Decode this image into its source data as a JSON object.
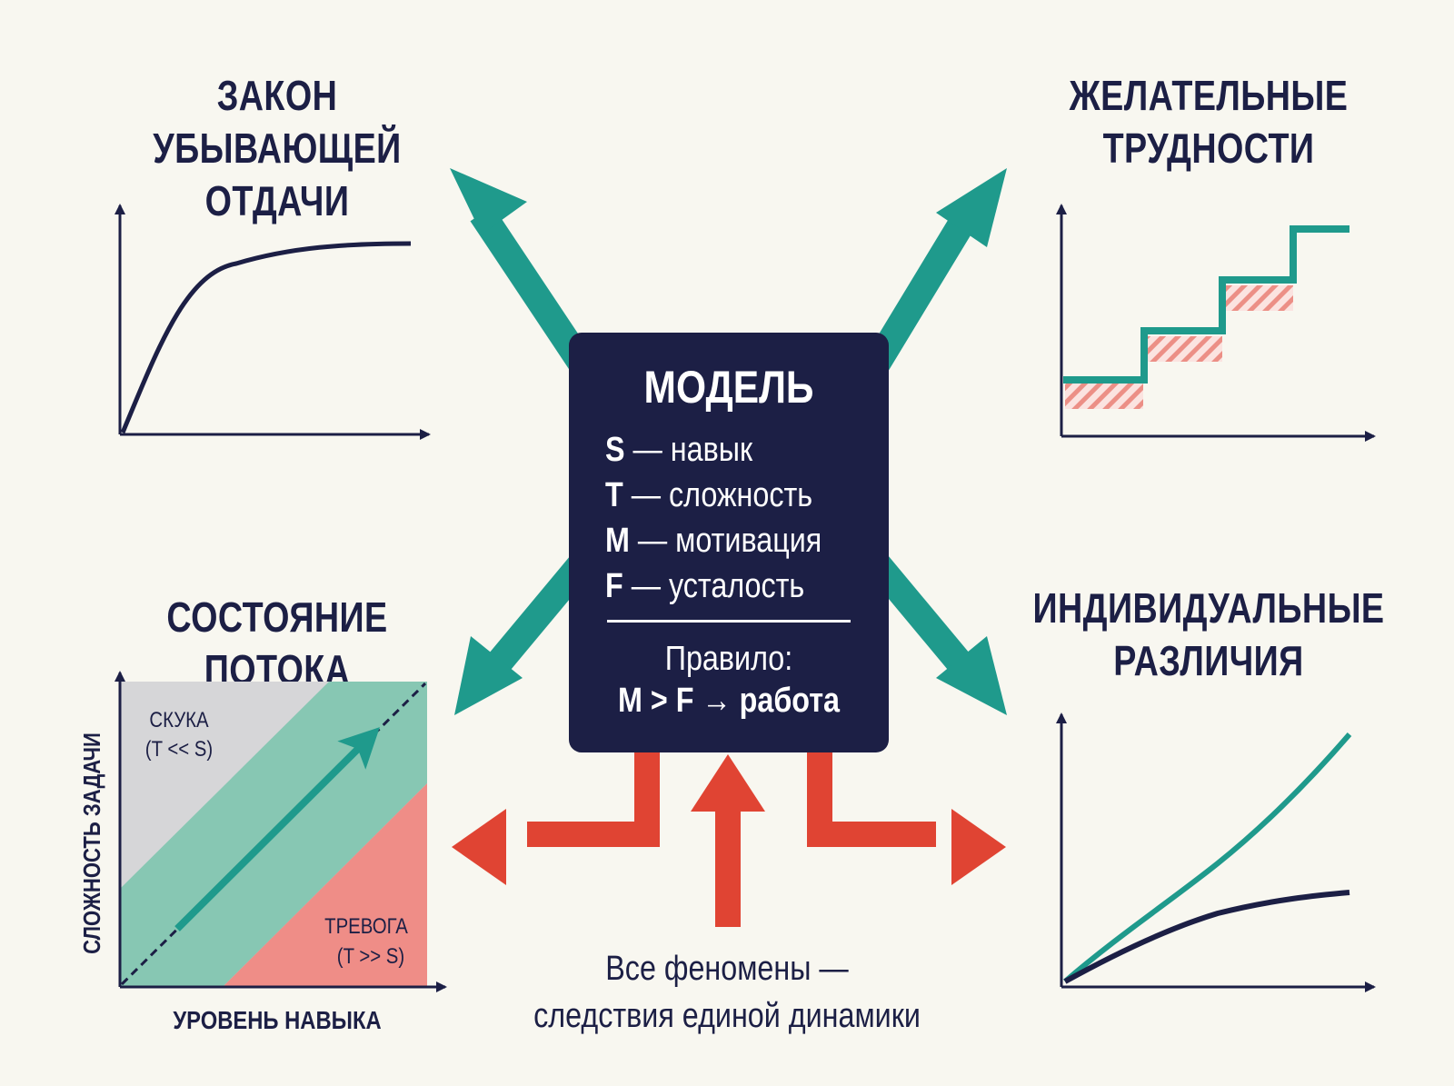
{
  "headings": {
    "diminishing_returns": [
      "ЗАКОН УБЫВАЮЩЕЙ",
      "ОТДАЧИ"
    ],
    "desirable_difficulties": [
      "ЖЕЛАТЕЛЬНЫЕ",
      "ТРУДНОСТИ"
    ],
    "flow_state": [
      "СОСТОЯНИЕ ПОТОКА"
    ],
    "individual_differences": [
      "ИНДИВИДУАЛЬНЫЕ",
      "РАЗЛИЧИЯ"
    ]
  },
  "model": {
    "title": "МОДЕЛЬ",
    "variables": [
      {
        "symbol": "S",
        "text": " — навык"
      },
      {
        "symbol": "T",
        "text": " — сложность"
      },
      {
        "symbol": "M",
        "text": " — мотивация"
      },
      {
        "symbol": "F",
        "text": " — усталость"
      }
    ],
    "rule_label": "Правило:",
    "rule_text": "M > F → работа"
  },
  "flow_chart": {
    "ylabel": "СЛОЖНОСТЬ ЗАДАЧИ",
    "xlabel": "УРОВЕНЬ НАВЫКА",
    "zones": {
      "boredom": {
        "label": "СКУКА",
        "formula": "(T << S)"
      },
      "anxiety": {
        "label": "ТРЕВОГА",
        "formula": "(T >> S)"
      }
    }
  },
  "footer": {
    "lines": [
      "Все феномены —",
      "следствия единой динамики"
    ]
  },
  "colors": {
    "navy": "#1c1f45",
    "teal": "#1f9a8c",
    "red": "#e04433",
    "background": "#f8f7f0",
    "boredom_zone": "#d6d6d8",
    "flow_zone": "#87c7b3",
    "anxiety_zone": "#ef8d87",
    "hatch_red": "#ec8f86"
  }
}
